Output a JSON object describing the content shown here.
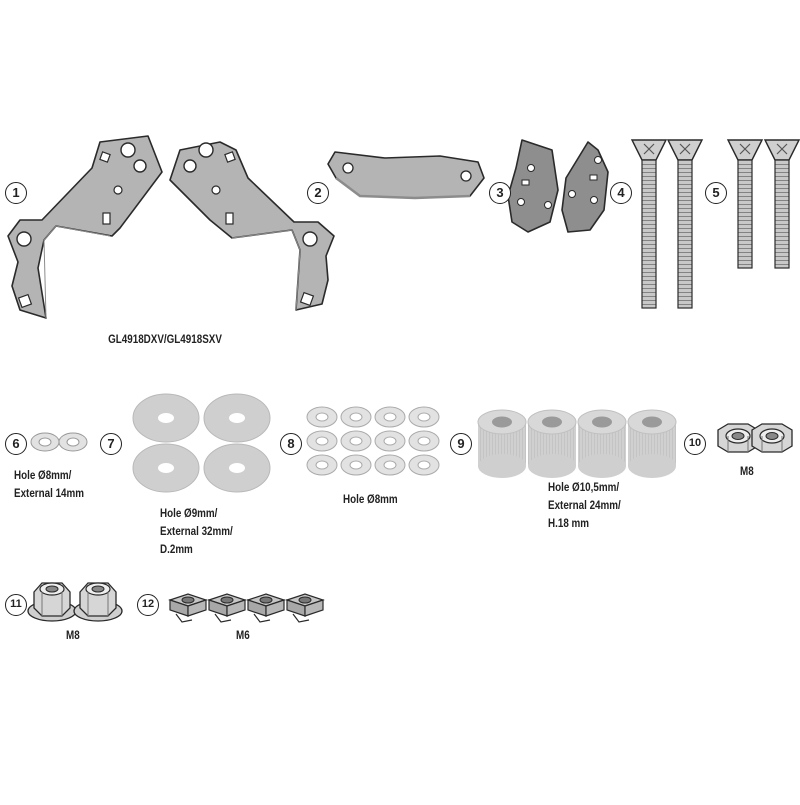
{
  "parts": [
    {
      "number": "1"
    },
    {
      "number": "2"
    },
    {
      "number": "3"
    },
    {
      "number": "4"
    },
    {
      "number": "5"
    },
    {
      "number": "6",
      "label_lines": [
        "Hole Ø8mm/",
        "External 14mm"
      ]
    },
    {
      "number": "7",
      "label_lines": [
        "Hole Ø9mm/",
        "External 32mm/",
        "D.2mm"
      ]
    },
    {
      "number": "8",
      "label_lines": [
        "Hole Ø8mm"
      ]
    },
    {
      "number": "9",
      "label_lines": [
        "Hole Ø10,5mm/",
        "External 24mm/",
        "H.18 mm"
      ]
    },
    {
      "number": "10",
      "label_lines": [
        "M8"
      ]
    },
    {
      "number": "11",
      "label_lines": [
        "M8"
      ]
    },
    {
      "number": "12",
      "label_lines": [
        "M6"
      ]
    }
  ],
  "bracket_code": "GL4918DXV/GL4918SXV",
  "colors": {
    "metal": "#b4b4b4",
    "metal_dark": "#8c8c8c",
    "washer": "#e2e2e2",
    "outline": "#2a2a2a",
    "spacer": "#cfcfcf"
  }
}
